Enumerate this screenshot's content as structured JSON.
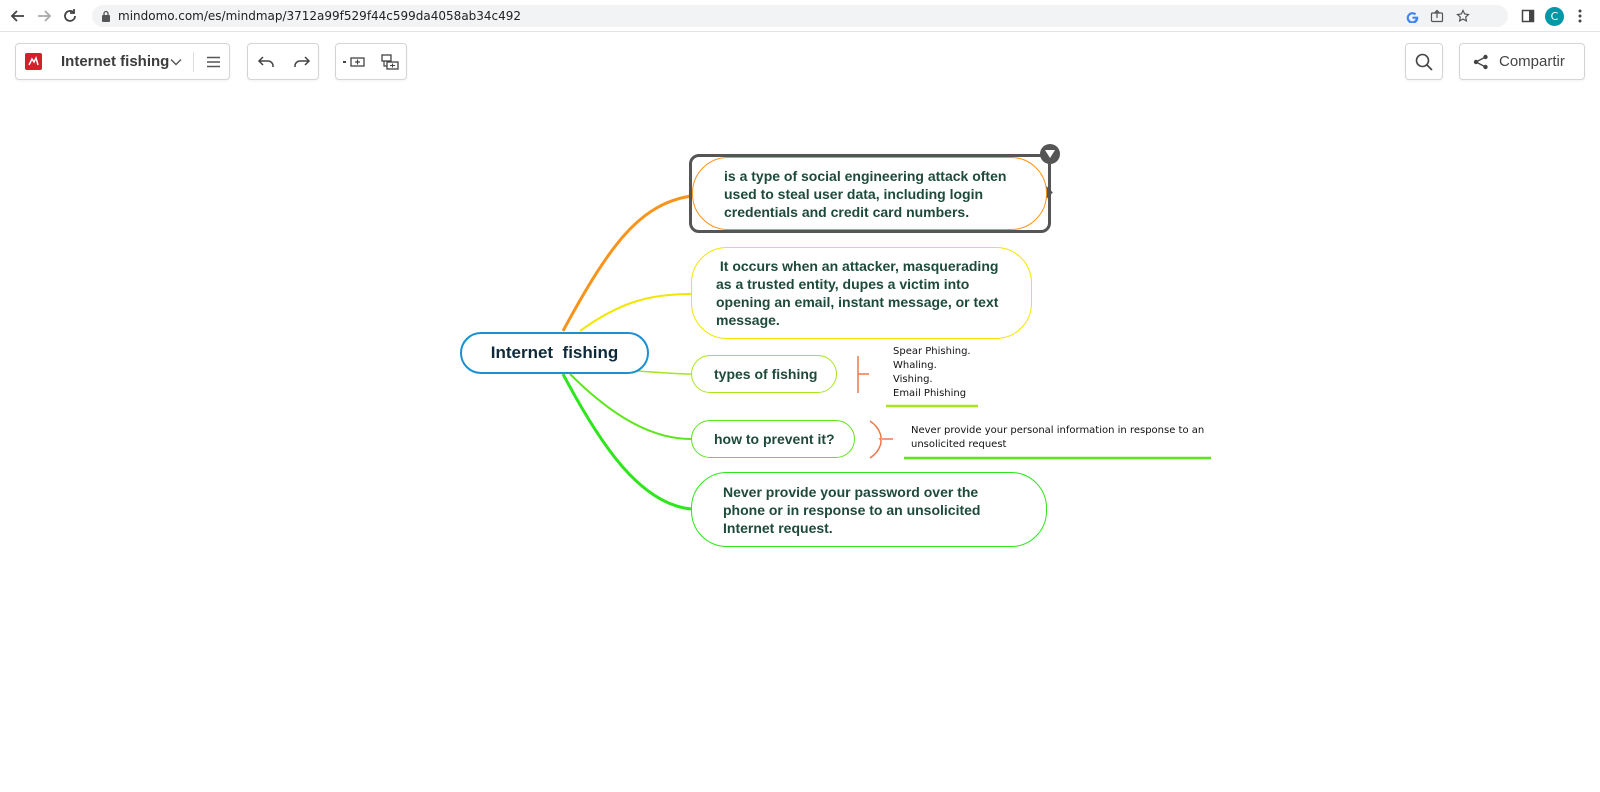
{
  "browser": {
    "url": "mindomo.com/es/mindmap/3712a99f529f44c599da4058ab34c492",
    "profile_initial": "C"
  },
  "toolbar": {
    "map_title": "Internet fishing",
    "share_label": "Compartir"
  },
  "mindmap": {
    "central": "Internet  fishing",
    "topics": [
      {
        "text": "is a type of social engineering attack often used to steal user data, including login credentials and credit card numbers.",
        "color": "#f7941d"
      },
      {
        "text": " It occurs when an attacker, masquerading as a trusted entity, dupes a victim into opening an email, instant message, or text message.",
        "color": "#f2e600"
      },
      {
        "text": "types of fishing",
        "color": "#a8e61c"
      },
      {
        "text": "how to prevent it?",
        "color": "#5ce61c"
      },
      {
        "text": "Never provide your password over the phone or in response to an unsolicited Internet request.",
        "color": "#2ee61c"
      }
    ],
    "subtopics": {
      "types": [
        "Spear Phishing.",
        "Whaling.",
        "Vishing.",
        "Email Phishing"
      ],
      "prevent": "Never provide your personal information in response to an unsolicited request"
    }
  },
  "colors": {
    "central_border": "#1a8fd4",
    "selection": "#555555",
    "bracket": "#f07848"
  }
}
